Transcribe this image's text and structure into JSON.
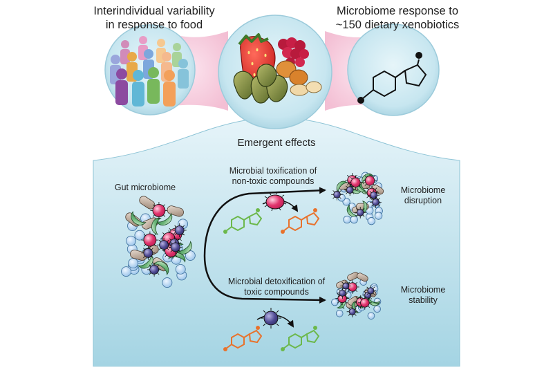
{
  "top": {
    "left_caption_line1": "Interindividual variability",
    "left_caption_line2": "in response to food",
    "right_caption_line1": "Microbiome response to",
    "right_caption_line2": "~150 dietary xenobiotics"
  },
  "emergent_label": "Emergent effects",
  "panel": {
    "gut_label": "Gut microbiome",
    "toxification_line1": "Microbial toxification of",
    "toxification_line2": "non-toxic compounds",
    "detoxification_line1": "Microbial detoxification of",
    "detoxification_line2": "toxic compounds",
    "disruption_line1": "Microbiome",
    "disruption_line2": "disruption",
    "stability_line1": "Microbiome",
    "stability_line2": "stability"
  },
  "colors": {
    "panel_top": "#e4f3f8",
    "panel_bottom": "#a7d6e4",
    "bubble": "#cdeaf2",
    "funnel_pink": "#f6c8dc",
    "compound_green": "#6cb84b",
    "compound_orange": "#e8722c",
    "microbe_pink": "#e2346d",
    "microbe_purple": "#4f4a93",
    "microbe_green": "#5aa56a",
    "microbe_tan": "#a89383",
    "microbe_blue": "#a7cdef"
  }
}
